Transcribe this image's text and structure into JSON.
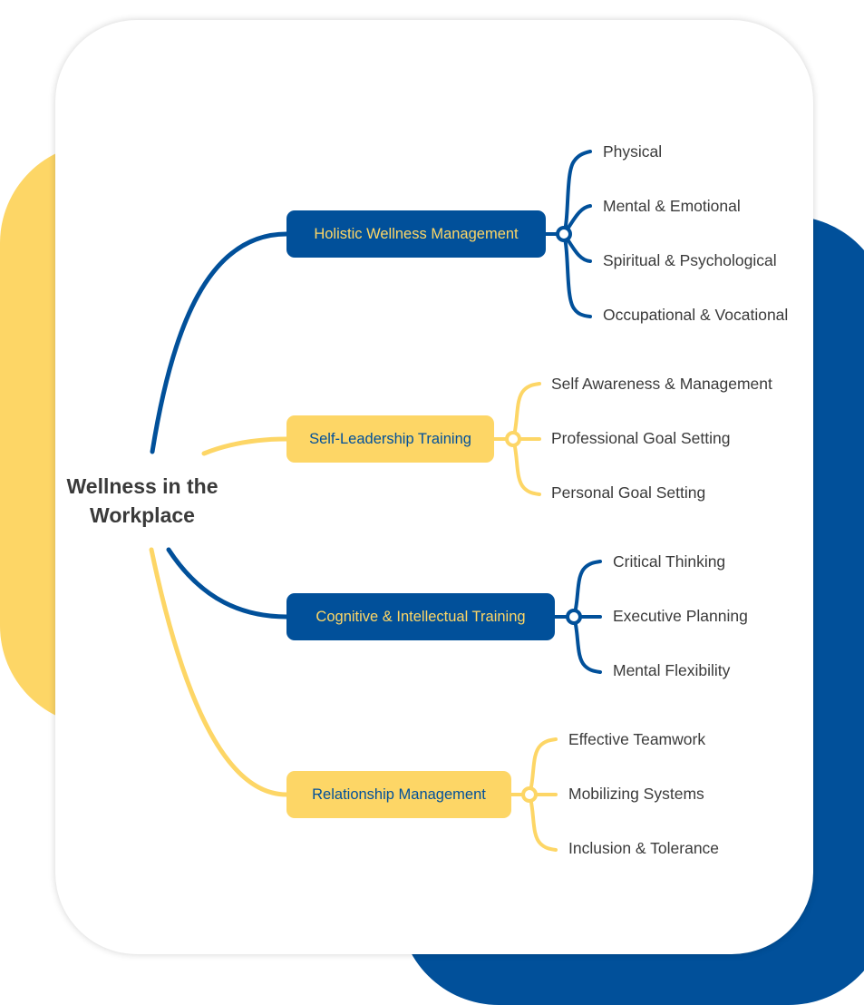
{
  "colors": {
    "blue": "#01509A",
    "yellow": "#FDD666",
    "text": "#3a3a3a"
  },
  "mindmap": {
    "center": {
      "line1": "Wellness in the",
      "line2": "Workplace"
    },
    "branches": [
      {
        "label": "Holistic Wellness Management",
        "color": "blue",
        "children": [
          "Physical",
          "Mental & Emotional",
          "Spiritual & Psychological",
          "Occupational & Vocational"
        ]
      },
      {
        "label": "Self-Leadership Training",
        "color": "yellow",
        "children": [
          "Self Awareness & Management",
          "Professional Goal Setting",
          "Personal Goal Setting"
        ]
      },
      {
        "label": "Cognitive & Intellectual Training",
        "color": "blue",
        "children": [
          "Critical Thinking",
          "Executive Planning",
          "Mental Flexibility"
        ]
      },
      {
        "label": "Relationship Management",
        "color": "yellow",
        "children": [
          "Effective Teamwork",
          "Mobilizing Systems",
          "Inclusion & Tolerance"
        ]
      }
    ]
  }
}
